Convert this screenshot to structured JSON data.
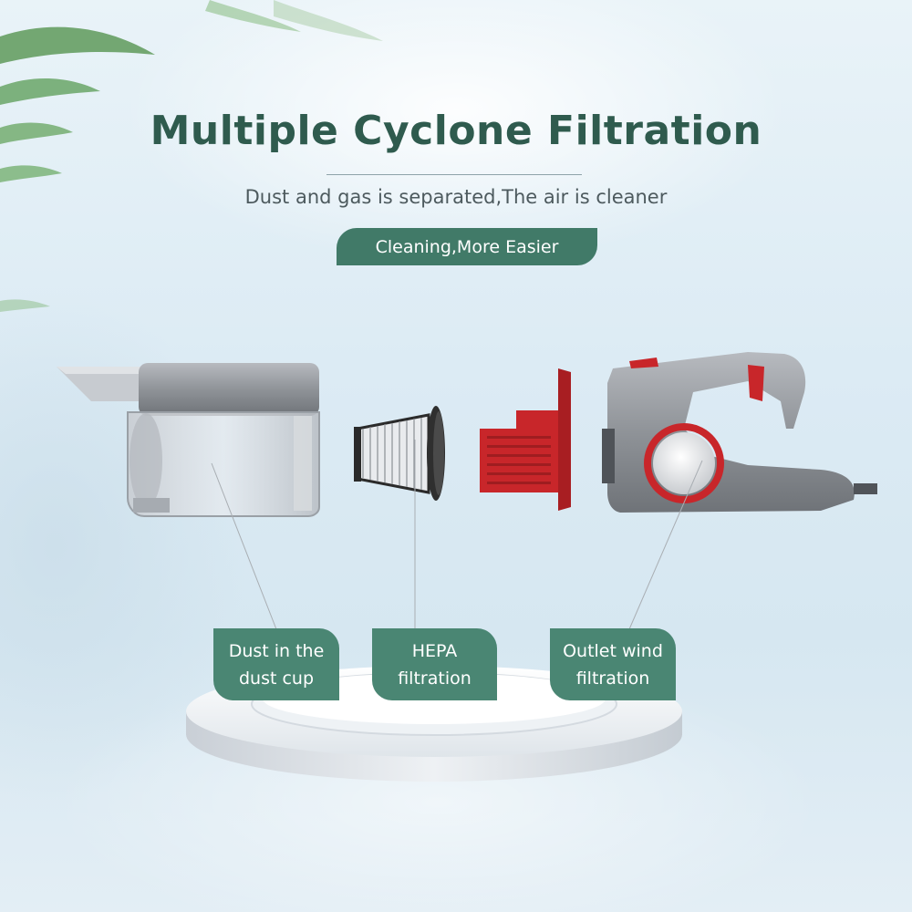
{
  "header": {
    "title": "Multiple Cyclone Filtration",
    "subtitle": "Dust and gas is separated,The air is cleaner",
    "tag": "Cleaning,More Easier"
  },
  "labels": [
    {
      "line1": "Dust in the",
      "line2": "dust cup"
    },
    {
      "line1": "HEPA",
      "line2": "filtration"
    },
    {
      "line1": "Outlet wind",
      "line2": "filtration"
    }
  ],
  "colors": {
    "title": "#2f5b4e",
    "accent_green": "#417a68",
    "label_green": "#4a8673",
    "filter_red": "#c8262a",
    "body_gray": "#8d9095"
  },
  "icons": [
    "palm-leaf-decoration",
    "dust-cup-illustration",
    "hepa-filter-illustration",
    "red-filter-illustration",
    "vacuum-body-illustration",
    "podium-illustration"
  ]
}
